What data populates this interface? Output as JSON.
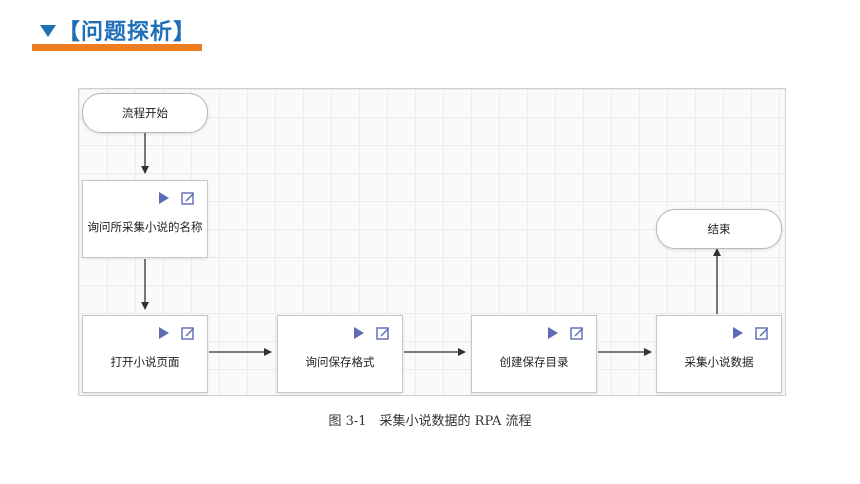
{
  "header": {
    "title": "【问题探析】",
    "accent": "#1f6fb8",
    "underline_color": "#ef7d1f"
  },
  "flow": {
    "start": "流程开始",
    "end": "结束",
    "steps": [
      {
        "label": "询问所采集小说的名称"
      },
      {
        "label": "打开小说页面"
      },
      {
        "label": "询问保存格式"
      },
      {
        "label": "创建保存目录"
      },
      {
        "label": "采集小说数据"
      }
    ],
    "icons": {
      "run": "play-icon",
      "edit": "edit-icon"
    }
  },
  "caption": "图 3-1　采集小说数据的 RPA 流程"
}
